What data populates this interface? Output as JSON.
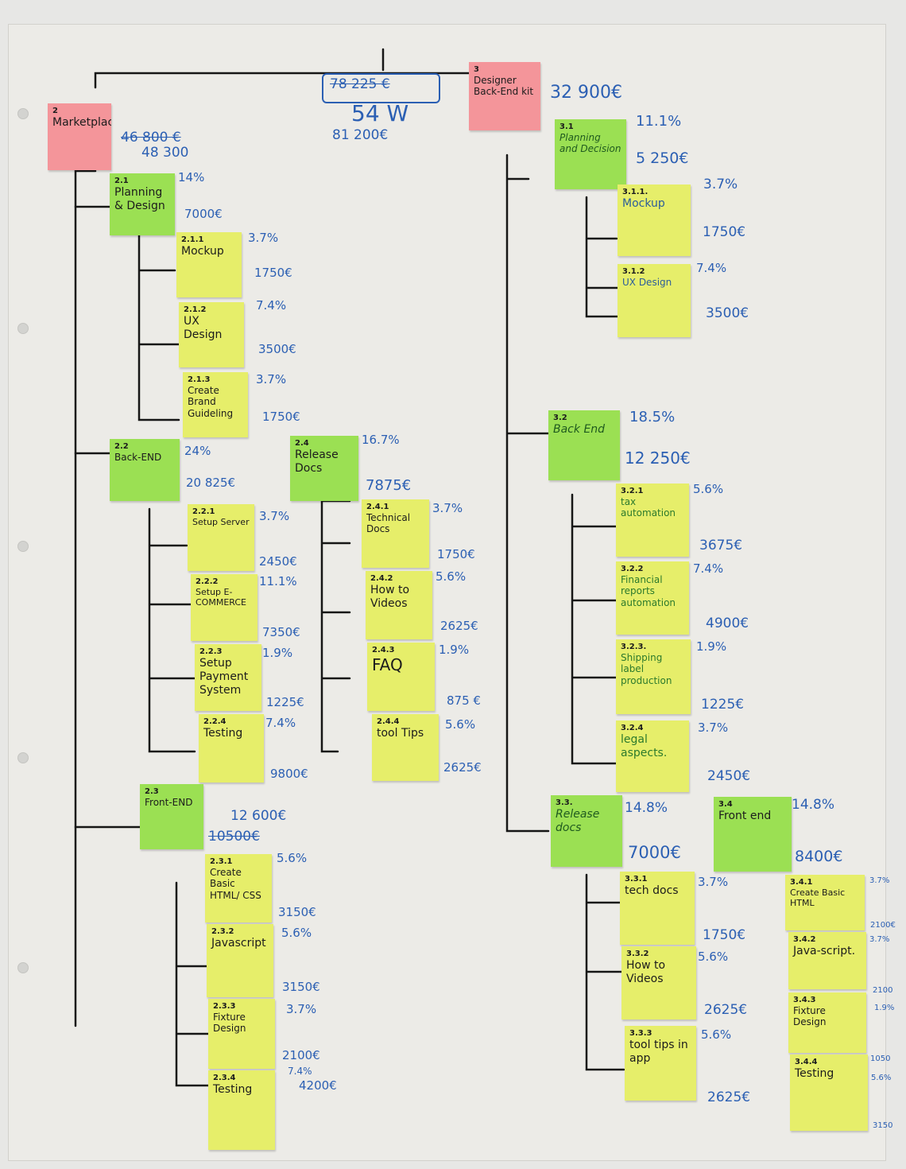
{
  "colors": {
    "red_note": "#f4959a",
    "green_note": "#9be053",
    "yellow_note": "#e6ee6a",
    "ink": "#2b5fb3",
    "marker": "#111111"
  },
  "top": {
    "struck_total": "78 225 €",
    "weeks": "54 W",
    "total": "81 200€"
  },
  "marketplace": {
    "note_id": "2",
    "label": "Marketplace",
    "struck_value": "46 800 €",
    "value": "48 300",
    "planning": {
      "id": "2.1",
      "label": "Planning & Design",
      "pct": "14%",
      "cost": "7000€",
      "items": [
        {
          "id": "2.1.1",
          "label": "Mockup",
          "pct": "3.7%",
          "cost": "1750€"
        },
        {
          "id": "2.1.2",
          "label": "UX Design",
          "pct": "7.4%",
          "cost": "3500€"
        },
        {
          "id": "2.1.3",
          "label": "Create Brand Guideling",
          "pct": "3.7%",
          "cost": "1750€"
        }
      ]
    },
    "backend": {
      "id": "2.2",
      "label": "Back-END",
      "pct": "24%",
      "cost": "20 825€",
      "items": [
        {
          "id": "2.2.1",
          "label": "Setup Server",
          "pct": "3.7%",
          "cost": "2450€"
        },
        {
          "id": "2.2.2",
          "label": "Setup E-COMMERCE",
          "pct": "11.1%",
          "cost": "7350€"
        },
        {
          "id": "2.2.3",
          "label": "Setup Payment System",
          "pct": "1.9%",
          "cost": "1225€"
        },
        {
          "id": "2.2.4",
          "label": "Testing",
          "pct": "7.4%",
          "cost": "9800€"
        }
      ]
    },
    "release_docs": {
      "id": "2.4",
      "label": "Release Docs",
      "pct": "16.7%",
      "cost": "7875€",
      "items": [
        {
          "id": "2.4.1",
          "label": "Technical Docs",
          "pct": "3.7%",
          "cost": "1750€"
        },
        {
          "id": "2.4.2",
          "label": "How to Videos",
          "pct": "5.6%",
          "cost": "2625€"
        },
        {
          "id": "2.4.3",
          "label": "FAQ",
          "pct": "1.9%",
          "cost": "875 €"
        },
        {
          "id": "2.4.4",
          "label": "tool Tips",
          "pct": "5.6%",
          "cost": "2625€"
        }
      ]
    },
    "frontend": {
      "id": "2.3",
      "label": "Front-END",
      "pct": "12 600€",
      "struck_cost": "10500€",
      "items": [
        {
          "id": "2.3.1",
          "label": "Create Basic HTML/ CSS",
          "pct": "5.6%",
          "cost": "3150€"
        },
        {
          "id": "2.3.2",
          "label": "Javascript",
          "pct": "5.6%",
          "cost": "3150€"
        },
        {
          "id": "2.3.3",
          "label": "Fixture Design",
          "pct": "3.7%",
          "cost": "2100€"
        },
        {
          "id": "2.3.4",
          "label": "Testing",
          "pct": "7.4%",
          "cost": "4200€"
        }
      ]
    }
  },
  "designer_kit": {
    "note_id": "3",
    "label": "Designer Back-End kit",
    "value": "32 900€",
    "planning": {
      "id": "3.1",
      "label": "Planning and Decision",
      "pct": "11.1%",
      "cost": "5 250€",
      "items": [
        {
          "id": "3.1.1.",
          "label": "Mockup",
          "pct": "3.7%",
          "cost": "1750€"
        },
        {
          "id": "3.1.2",
          "label": "UX Design",
          "pct": "7.4%",
          "cost": "3500€"
        }
      ]
    },
    "backend": {
      "id": "3.2",
      "label": "Back End",
      "pct": "18.5%",
      "cost": "12 250€",
      "items": [
        {
          "id": "3.2.1",
          "label": "tax automation",
          "pct": "5.6%",
          "cost": "3675€"
        },
        {
          "id": "3.2.2",
          "label": "Financial reports automation",
          "pct": "7.4%",
          "cost": "4900€"
        },
        {
          "id": "3.2.3.",
          "label": "Shipping label production",
          "pct": "1.9%",
          "cost": "1225€"
        },
        {
          "id": "3.2.4",
          "label": "legal aspects.",
          "pct": "3.7%",
          "cost": "2450€"
        }
      ]
    },
    "release": {
      "id": "3.3.",
      "label": "Release docs",
      "pct": "14.8%",
      "cost": "7000€",
      "items": [
        {
          "id": "3.3.1",
          "label": "tech docs",
          "pct": "3.7%",
          "cost": "1750€"
        },
        {
          "id": "3.3.2",
          "label": "How to Videos",
          "pct": "5.6%",
          "cost": "2625€"
        },
        {
          "id": "3.3.3",
          "label": "tool tips in app",
          "pct": "5.6%",
          "cost": "2625€"
        }
      ]
    },
    "frontend": {
      "id": "3.4",
      "label": "Front end",
      "pct": "14.8%",
      "cost": "8400€",
      "items": [
        {
          "id": "3.4.1",
          "label": "Create Basic HTML",
          "pct": "3.7%",
          "cost": "2100€"
        },
        {
          "id": "3.4.2",
          "label": "Java-script.",
          "pct": "3.7%",
          "cost": "2100"
        },
        {
          "id": "3.4.3",
          "label": "Fixture Design",
          "pct": "1.9%",
          "cost": "1050"
        },
        {
          "id": "3.4.4",
          "label": "Testing",
          "pct": "5.6%",
          "cost": "3150"
        }
      ]
    }
  }
}
